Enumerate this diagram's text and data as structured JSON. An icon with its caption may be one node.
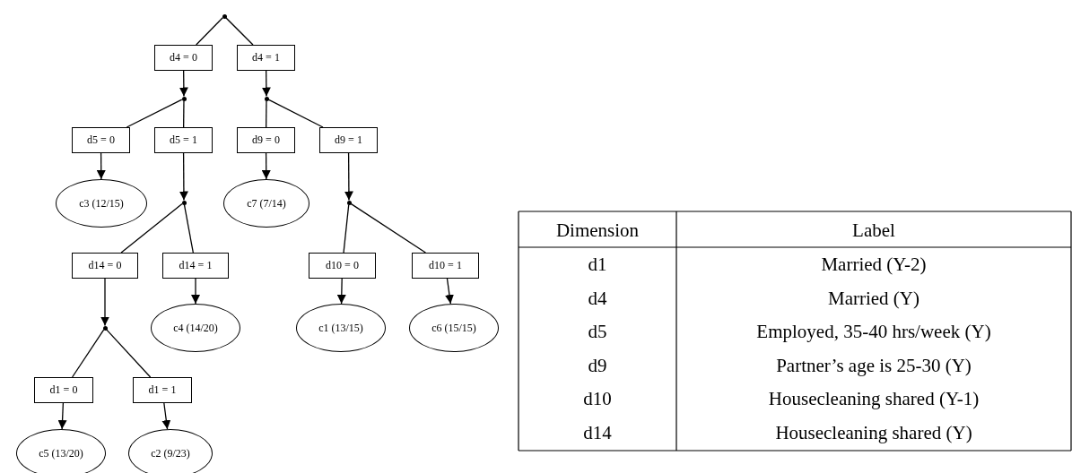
{
  "diagram": {
    "nodes": [
      {
        "text": [],
        "shape": "circle"
      },
      {
        "text": [
          "d4 = 0"
        ]
      },
      {
        "text": [
          "d4 = 1"
        ]
      },
      {
        "text": [],
        "shape": "circle"
      },
      {
        "text": [],
        "shape": "circle"
      },
      {
        "text": [
          "d5 = 0"
        ]
      },
      {
        "text": [
          "d5 = 1"
        ]
      },
      {
        "text": [
          "d9 = 0"
        ]
      },
      {
        "text": [
          "d9 = 1"
        ]
      },
      {
        "text": [
          "c3 (12/15)"
        ]
      },
      {
        "text": [],
        "shape": "circle"
      },
      {
        "text": [
          "c7 (7/14)"
        ]
      },
      {
        "text": [],
        "shape": "circle"
      },
      {
        "text": [
          "d14 = 0"
        ]
      },
      {
        "text": [
          "d14 = 1"
        ]
      },
      {
        "text": [
          "d10 = 0"
        ]
      },
      {
        "text": [
          "d10 = 1"
        ]
      },
      {
        "text": [
          "c4 (14/20)"
        ]
      },
      {
        "text": [],
        "shape": "circle"
      },
      {
        "text": [
          "c1 (13/15)"
        ]
      },
      {
        "text": [
          "c6 (15/15)"
        ]
      },
      {
        "text": [
          "d1 = 0"
        ]
      },
      {
        "text": [
          "d1 = 1"
        ]
      },
      {
        "text": [
          "c5 (13/20)"
        ]
      },
      {
        "text": [
          "c2 (9/23)"
        ]
      }
    ],
    "edges": [
      {
        "from": 0,
        "to": 1,
        "arrow": "none"
      },
      {
        "from": 0,
        "to": 2,
        "arrow": "none"
      },
      {
        "from": 1,
        "to": 3,
        "arrow": "to"
      },
      {
        "from": 2,
        "to": 4,
        "arrow": "to"
      },
      {
        "from": 3,
        "to": 5,
        "arrow": "none"
      },
      {
        "from": 3,
        "to": 6,
        "arrow": "none"
      },
      {
        "from": 4,
        "to": 7,
        "arrow": "none"
      },
      {
        "from": 4,
        "to": 8,
        "arrow": "none"
      },
      {
        "from": 5,
        "to": 9,
        "arrow": "to"
      },
      {
        "from": 6,
        "to": 10,
        "arrow": "to"
      },
      {
        "from": 7,
        "to": 11,
        "arrow": "to"
      },
      {
        "from": 8,
        "to": 12,
        "arrow": "to"
      },
      {
        "from": 10,
        "to": 13,
        "arrow": "none"
      },
      {
        "from": 10,
        "to": 14,
        "arrow": "none"
      },
      {
        "from": 12,
        "to": 15,
        "arrow": "none"
      },
      {
        "from": 12,
        "to": 16,
        "arrow": "none"
      },
      {
        "from": 14,
        "to": 17,
        "arrow": "to"
      },
      {
        "from": 13,
        "to": 18,
        "arrow": "to"
      },
      {
        "from": 15,
        "to": 19,
        "arrow": "to"
      },
      {
        "from": 16,
        "to": 20,
        "arrow": "to"
      },
      {
        "from": 18,
        "to": 21,
        "arrow": "none"
      },
      {
        "from": 18,
        "to": 22,
        "arrow": "none"
      },
      {
        "from": 21,
        "to": 23,
        "arrow": "to"
      },
      {
        "from": 22,
        "to": 24,
        "arrow": "to"
      }
    ],
    "labels": [
      "Dimension",
      "Label",
      "d1",
      "Married (Y-2)",
      "d4",
      "Married (Y)",
      "d5",
      "Employed, 35-40 hrs/week (Y)",
      "d9",
      "Partner’s age is 25-30 (Y)",
      "d10",
      "Housecleaning shared (Y-1)",
      "d14",
      "Housecleaning shared (Y)"
    ]
  }
}
